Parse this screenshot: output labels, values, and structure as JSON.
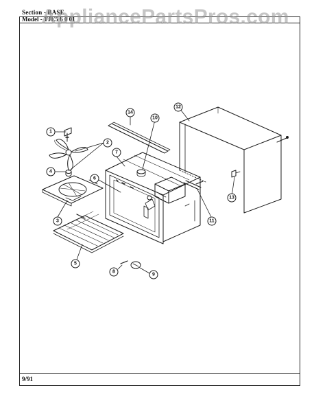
{
  "header": {
    "section_text": "Section - BASE",
    "model_text": "Model - TJE5 6 0 01"
  },
  "watermark": "AppliancePartsPros.com",
  "footer": {
    "date": "9/91"
  },
  "callouts": [
    "1",
    "2",
    "3",
    "4",
    "5",
    "6",
    "7",
    "8",
    "9",
    "10",
    "11",
    "12",
    "13",
    "14"
  ]
}
